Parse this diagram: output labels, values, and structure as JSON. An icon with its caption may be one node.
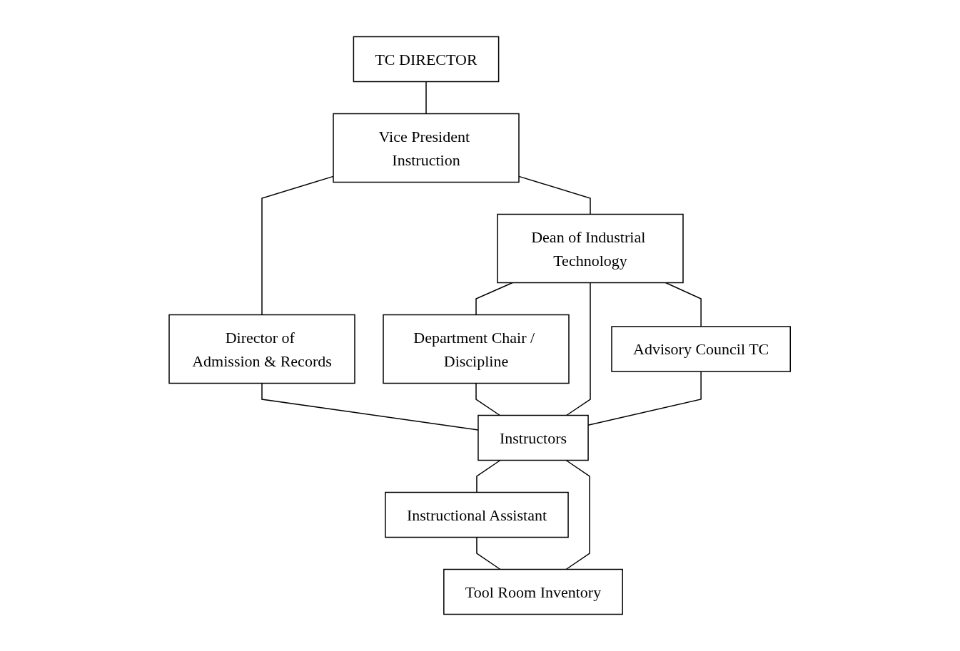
{
  "diagram": {
    "nodes": [
      {
        "text": [
          "TC DIRECTOR"
        ]
      },
      {
        "text": [
          "Vice President Instruction"
        ]
      },
      {
        "text": [
          "Director of Admission & Records"
        ]
      },
      {
        "text": [
          "Dean of Industrial Technology"
        ]
      },
      {
        "text": [
          "Department Chair / Discipline"
        ]
      },
      {
        "text": [
          "Advisory Council TC"
        ]
      },
      {
        "text": [
          "Instructors"
        ]
      },
      {
        "text": [
          "Instructional Assistant"
        ]
      },
      {
        "text": [
          "Tool Room Inventory"
        ]
      }
    ],
    "edges": [
      {
        "from": 0,
        "to": 1,
        "arrow": "none"
      },
      {
        "from": 1,
        "to": 2,
        "arrow": "none"
      },
      {
        "from": 1,
        "to": 3,
        "arrow": "none"
      },
      {
        "from": 3,
        "to": 4,
        "arrow": "none"
      },
      {
        "from": 3,
        "to": 6,
        "arrow": "none"
      },
      {
        "from": 3,
        "to": 5,
        "arrow": "none"
      },
      {
        "from": 2,
        "to": 6,
        "arrow": "none"
      },
      {
        "from": 4,
        "to": 6,
        "arrow": "none"
      },
      {
        "from": 5,
        "to": 6,
        "arrow": "none"
      },
      {
        "from": 6,
        "to": 7,
        "arrow": "none"
      },
      {
        "from": 6,
        "to": 8,
        "arrow": "none"
      },
      {
        "from": 7,
        "to": 8,
        "arrow": "none"
      }
    ]
  }
}
